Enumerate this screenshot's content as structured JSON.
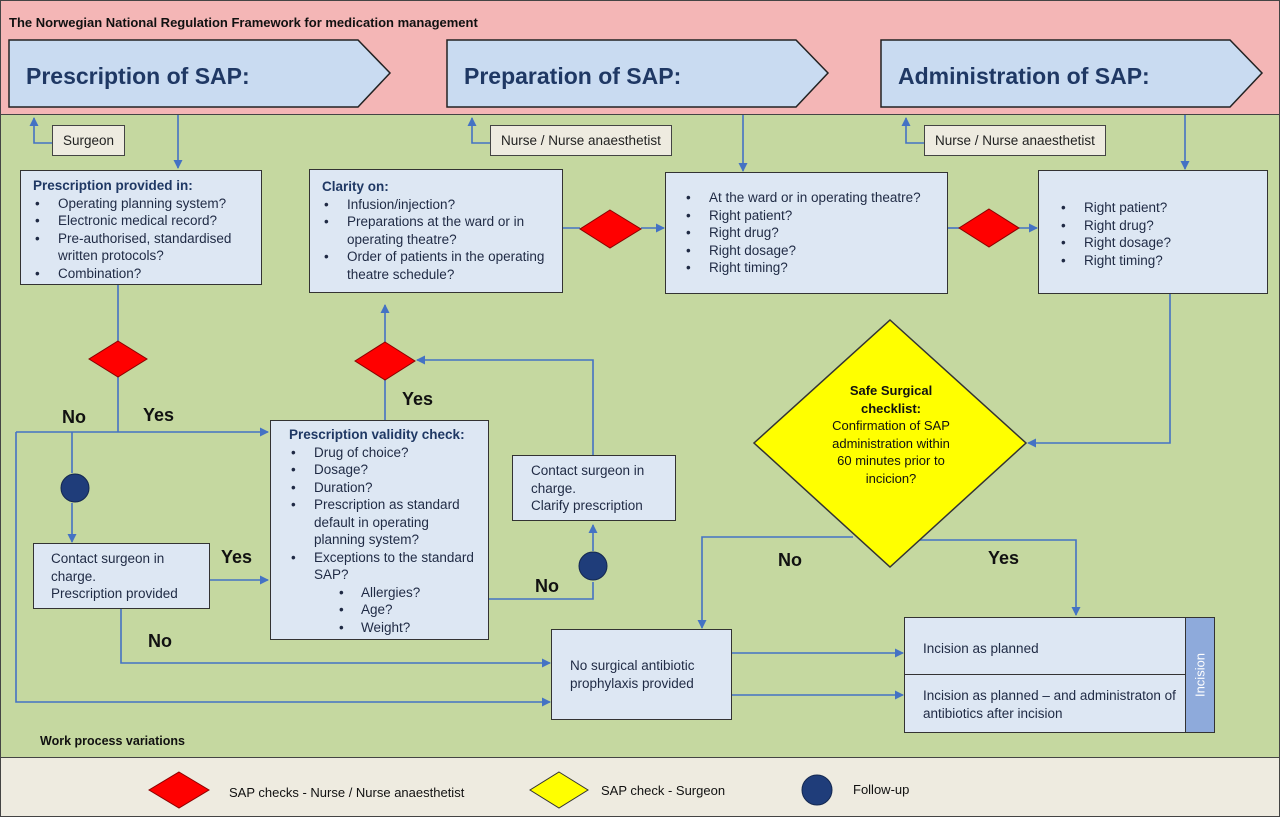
{
  "framework_title": "The Norwegian National Regulation Framework for medication management",
  "stages": [
    {
      "label": "Prescription of SAP:"
    },
    {
      "label": "Preparation of SAP:"
    },
    {
      "label": "Administration of SAP:"
    }
  ],
  "roles": {
    "prescription": "Surgeon",
    "preparation": "Nurse / Nurse anaesthetist",
    "administration": "Nurse / Nurse anaesthetist"
  },
  "boxes": {
    "prescription_provided": {
      "title": "Prescription provided in:",
      "items": [
        "Operating planning system?",
        "Electronic medical record?",
        "Pre-authorised, standardised written protocols?",
        "Combination?"
      ]
    },
    "clarity": {
      "title": "Clarity on:",
      "items": [
        "Infusion/injection?",
        "Preparations at the ward or in operating theatre?",
        "Order of patients in the operating theatre schedule?"
      ]
    },
    "preparation_checks": {
      "items": [
        "At the ward or in operating theatre?",
        "Right patient?",
        "Right drug?",
        "Right dosage?",
        "Right timing?"
      ]
    },
    "administration_checks": {
      "items": [
        "Right patient?",
        "Right drug?",
        "Right dosage?",
        "Right timing?"
      ]
    },
    "validity": {
      "title": "Prescription validity check:",
      "items": [
        "Drug of choice?",
        "Dosage?",
        "Duration?",
        "Prescription as standard default in operating planning system?",
        "Exceptions to the standard SAP?"
      ],
      "subitems": [
        "Allergies?",
        "Age?",
        "Weight?"
      ]
    },
    "contact_clarify": {
      "line1": "Contact surgeon in charge.",
      "line2": "Clarify prescription"
    },
    "contact_provided": {
      "line1": "Contact surgeon in charge.",
      "line2": "Prescription provided"
    },
    "no_sap": {
      "text": "No surgical antibiotic prophylaxis provided"
    },
    "incision_planned": {
      "text": "Incision as planned"
    },
    "incision_after": {
      "text": "Incision as planned – and administraton of antibiotics after incision"
    }
  },
  "safe_checklist": {
    "title": "Safe Surgical checklist:",
    "text": "Confirmation of SAP administration within 60 minutes prior to incicion?"
  },
  "decision_labels": {
    "no_left": "No",
    "yes_left": "Yes",
    "yes_mid": "Yes",
    "yes_contact": "Yes",
    "no_validity": "No",
    "no_contact": "No",
    "no_checklist": "No",
    "yes_checklist": "Yes"
  },
  "incision_tab": "Incision",
  "work_process": "Work process variations",
  "legend": [
    {
      "label": "SAP checks - Nurse / Nurse anaesthetist",
      "color": "#ff0000"
    },
    {
      "label": "SAP check - Surgeon",
      "color": "#ffff00"
    },
    {
      "label": "Follow-up",
      "color": "#1f3d7a"
    }
  ]
}
